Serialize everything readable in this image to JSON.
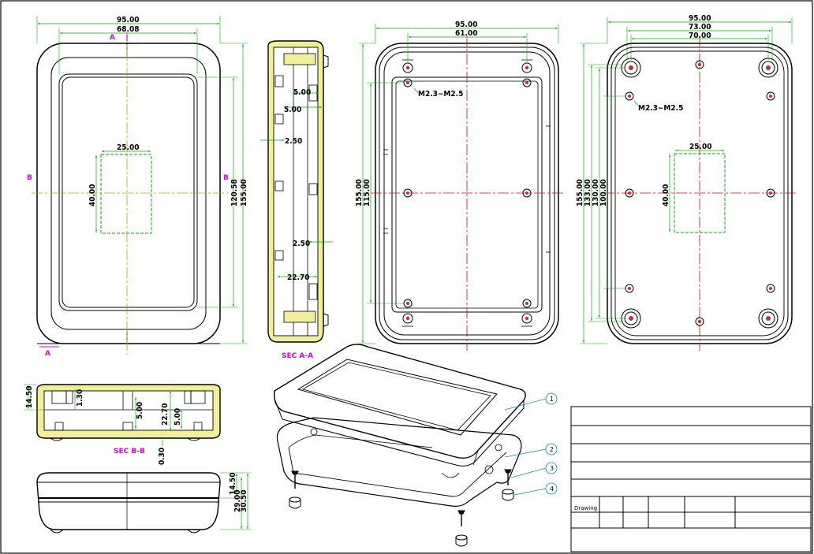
{
  "colors": {
    "outline": "#000000",
    "dimension_line": "#00b000",
    "center_line": "#e00000",
    "section_label": "#e000e0",
    "section_fill": "#f2ef9c",
    "hidden_line": "#00b000",
    "balloon": "#0090c0"
  },
  "front_view": {
    "dims": {
      "width": "95.00",
      "window_width": "68.08",
      "cutout_width": "25.00",
      "cutout_height": "40.00",
      "window_height": "120.58",
      "height": "155.00"
    },
    "section_marks": {
      "a_top": "A",
      "a_bottom": "A",
      "b_left": "B",
      "b_right": "B"
    }
  },
  "section_aa": {
    "label": "SEC A-A",
    "dims": {
      "d1": "5.00",
      "d2": "5.00",
      "d3": "2.50",
      "d4": "2.50",
      "d5": "22.70"
    }
  },
  "inner_view": {
    "dims": {
      "width": "95.00",
      "hole_spacing": "61.00",
      "height": "155.00",
      "hole_span": "115.00"
    },
    "screw_note": "M2.3~M2.5"
  },
  "back_view": {
    "dims": {
      "width": "95.00",
      "w2": "73.00",
      "w3": "70.00",
      "cutout_width": "25.00",
      "cutout_height": "40.00",
      "h1": "155.00",
      "h2": "133.00",
      "h3": "130.00",
      "h4": "100.00"
    },
    "screw_note": "M2.3~M2.5"
  },
  "section_bb": {
    "label": "SEC B-B",
    "dims": {
      "height": "14.50",
      "wall": "1.30",
      "d1": "5.00",
      "d2": "22.70",
      "d3": "5.00",
      "gap": "0.30"
    }
  },
  "side_view": {
    "dims": {
      "d1": "14.50",
      "d2": "29.00",
      "d3": "30.50"
    }
  },
  "exploded_view": {
    "balloons": [
      "1",
      "2",
      "3",
      "4"
    ]
  },
  "title_block": {
    "drawing_label": "Drawing"
  }
}
